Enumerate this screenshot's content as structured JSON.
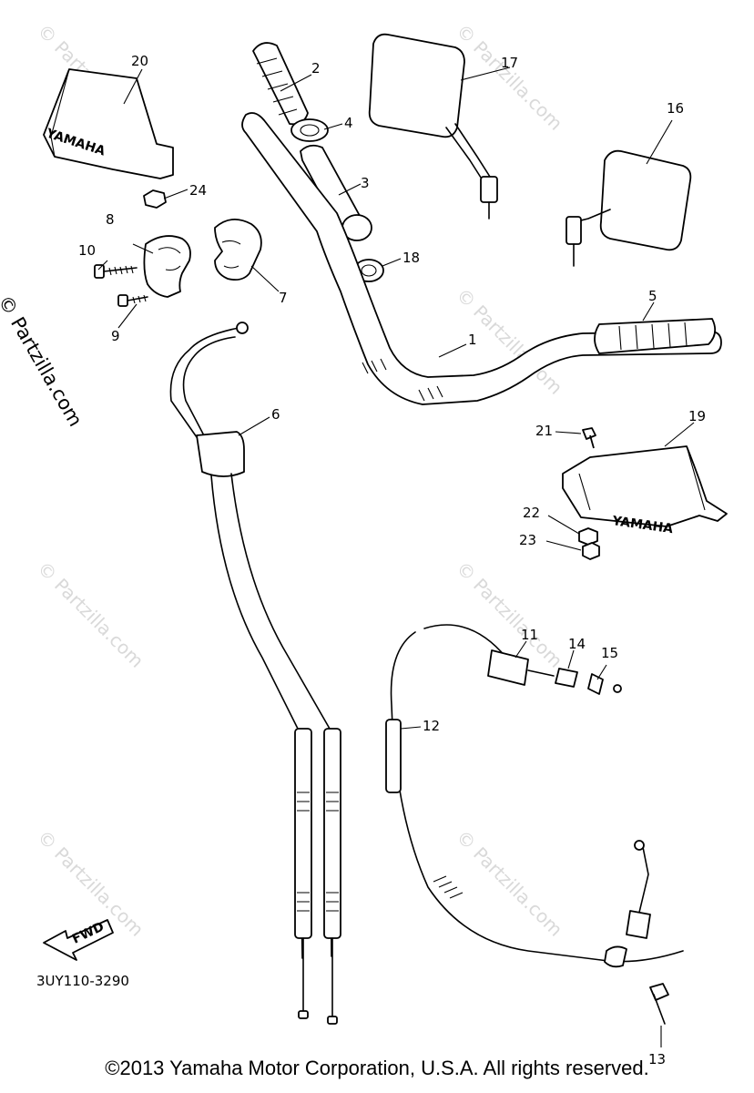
{
  "diagram": {
    "code": "3UY110-3290",
    "copyright": "©2013 Yamaha Motor Corporation, U.S.A. All rights reserved.",
    "side_watermark": "© Partzilla.com",
    "watermark": "© Partzilla.com",
    "brand_label": "YAMAHA",
    "fwd_label": "FWD",
    "callouts": [
      "1",
      "2",
      "3",
      "4",
      "5",
      "6",
      "7",
      "8",
      "9",
      "10",
      "11",
      "12",
      "13",
      "14",
      "15",
      "16",
      "17",
      "18",
      "19",
      "20",
      "21",
      "22",
      "23",
      "24"
    ]
  }
}
